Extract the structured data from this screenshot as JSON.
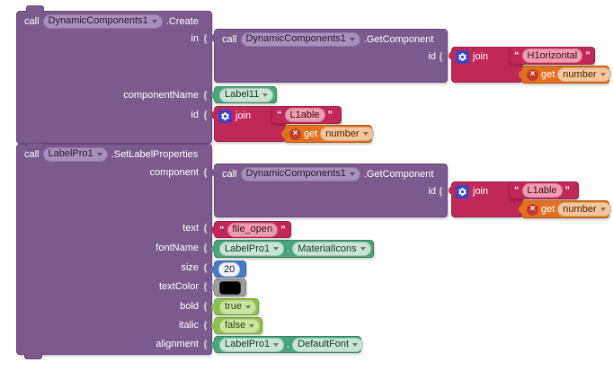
{
  "workspace": {
    "background": "#ffffff"
  },
  "colors": {
    "procedure": "#7c5a8e",
    "text_block": "#c02859",
    "variable": "#e17120",
    "component": "#4aa57d",
    "logic": "#8fbf4f",
    "math": "#4a79c5",
    "color_block": "#9d9d9d",
    "mutator": "#3f44bd",
    "error": "#c53a2e",
    "text_color_swatch": "#000000"
  },
  "create_block": {
    "call": "call",
    "component": "DynamicComponents1",
    "method": ".Create",
    "params": {
      "in": "in",
      "componentName": "componentName",
      "id": "id"
    }
  },
  "get_component_1": {
    "call": "call",
    "component": "DynamicComponents1",
    "method": ".GetComponent",
    "params": {
      "id": "id"
    }
  },
  "join_1": {
    "label": "join",
    "open_quote": "“",
    "text": "H1orizontal",
    "close_quote": "”"
  },
  "get_1": {
    "label": "get",
    "variable": "number"
  },
  "component_name_value": {
    "component": "Label11"
  },
  "join_2": {
    "label": "join",
    "open_quote": "“",
    "text": "L1able",
    "close_quote": "”"
  },
  "get_2": {
    "label": "get",
    "variable": "number"
  },
  "set_block": {
    "call": "call",
    "component": "LabelPro1",
    "method": ".SetLabelProperties",
    "params": {
      "component": "component",
      "text": "text",
      "fontName": "fontName",
      "size": "size",
      "textColor": "textColor",
      "bold": "bold",
      "italic": "italic",
      "alignment": "alignment"
    }
  },
  "get_component_2": {
    "call": "call",
    "component": "DynamicComponents1",
    "method": ".GetComponent",
    "params": {
      "id": "id"
    }
  },
  "join_3": {
    "label": "join",
    "open_quote": "“",
    "text": "L1able",
    "close_quote": "”"
  },
  "get_3": {
    "label": "get",
    "variable": "number"
  },
  "text_value": {
    "open_quote": "“",
    "text": "file_open",
    "close_quote": "”"
  },
  "font_name_value": {
    "component": "LabelPro1",
    "separator": ".",
    "property": "MaterialIcons"
  },
  "size_value": {
    "number": "20"
  },
  "text_color_value": {
    "color": "#000000"
  },
  "bold_value": {
    "value": "true"
  },
  "italic_value": {
    "value": "false"
  },
  "alignment_value": {
    "component": "LabelPro1",
    "separator": ".",
    "property": "DefaultFont"
  }
}
